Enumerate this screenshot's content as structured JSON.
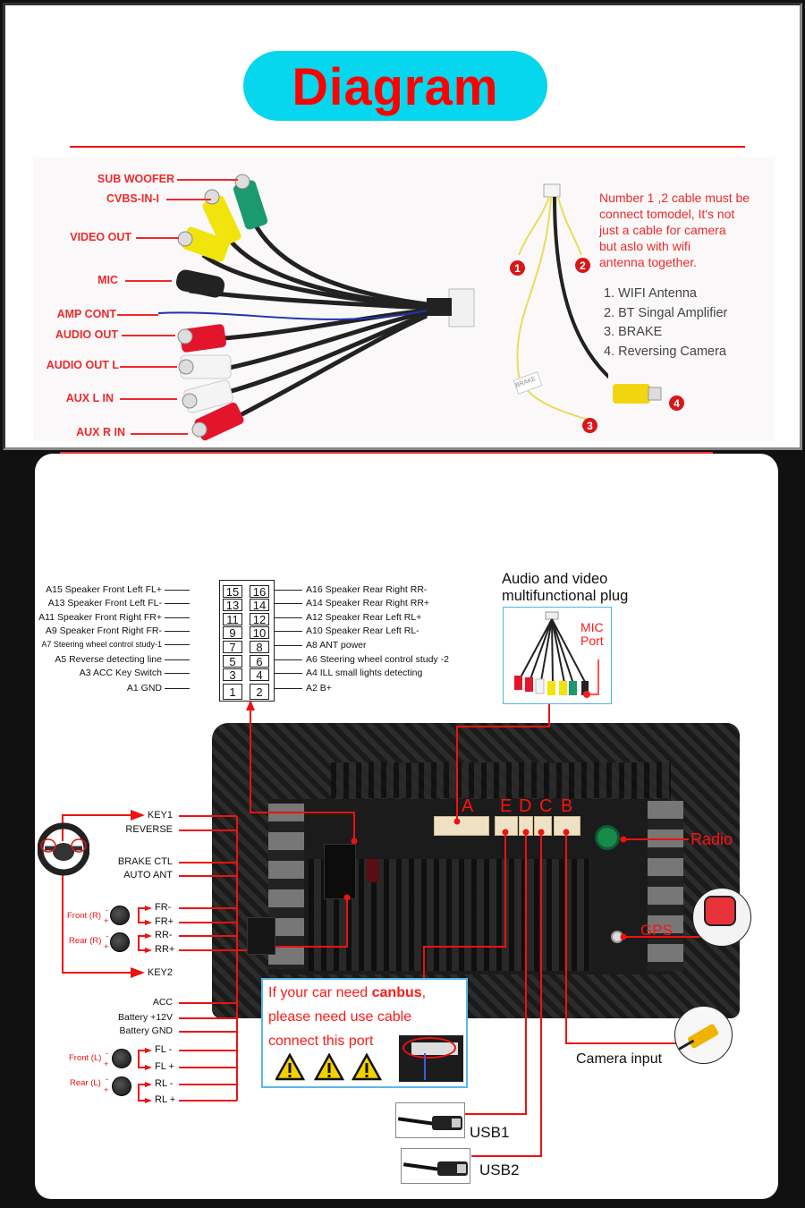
{
  "header": {
    "title": "Diagram",
    "title_color": "#ff0000",
    "pill_color": "#06d6ee"
  },
  "av_cable": {
    "labels": [
      "SUB WOOFER",
      "CVBS-IN-I",
      "VIDEO OUT",
      "MIC",
      "AMP CONT",
      "AUDIO OUT",
      "AUDIO OUT L",
      "AUX L IN",
      "AUX R IN"
    ]
  },
  "camera_cable": {
    "note": [
      "Number 1 ,2 cable must be",
      "connect tomodel, It's not",
      "just a cable for camera",
      "but aslo with wifi",
      "antenna together."
    ],
    "list": [
      "1. WIFI Antenna",
      "2. BT Singal Amplifier",
      "3. BRAKE",
      "4. Reversing Camera"
    ],
    "markers": [
      "1",
      "2",
      "3",
      "4"
    ],
    "brake_tag": "BRAKE"
  },
  "pinout": {
    "left": [
      {
        "id": "A15",
        "desc": "Speaker Front Left FL+"
      },
      {
        "id": "A13",
        "desc": "Speaker Front Left FL-"
      },
      {
        "id": "A11",
        "desc": "Speaker Front Right FR+"
      },
      {
        "id": "A9",
        "desc": "Speaker Front Right FR-"
      },
      {
        "id": "A7",
        "desc": "Steering wheel control study-1"
      },
      {
        "id": "A5",
        "desc": "Reverse detecting line"
      },
      {
        "id": "A3",
        "desc": "ACC Key Switch"
      },
      {
        "id": "A1",
        "desc": "GND"
      }
    ],
    "right": [
      {
        "id": "A16",
        "desc": "Speaker Rear Right RR-"
      },
      {
        "id": "A14",
        "desc": "Speaker Rear Right RR+"
      },
      {
        "id": "A12",
        "desc": "Speaker Rear Left RL+"
      },
      {
        "id": "A10",
        "desc": "Speaker Rear Left RL-"
      },
      {
        "id": "A8",
        "desc": "ANT power"
      },
      {
        "id": "A6",
        "desc": "Steering wheel control study -2"
      },
      {
        "id": "A4",
        "desc": "ILL small lights detecting"
      },
      {
        "id": "A2",
        "desc": "B+"
      }
    ],
    "pins_left": [
      "15",
      "13",
      "11",
      "9",
      "7",
      "5",
      "3",
      "1"
    ],
    "pins_right": [
      "16",
      "14",
      "12",
      "10",
      "8",
      "6",
      "4",
      "2"
    ]
  },
  "av_plug": {
    "title": [
      "Audio and video",
      "multifunctional plug"
    ],
    "mic_label": [
      "MIC",
      "Port"
    ]
  },
  "left_harness": {
    "top": [
      "KEY1",
      "REVERSE",
      "BRAKE CTL",
      "AUTO ANT"
    ],
    "right_speakers": {
      "front_label": "Front (R)",
      "rear_label": "Rear (R)",
      "lines": [
        "FR-",
        "FR+",
        "RR-",
        "RR+"
      ]
    },
    "key2": "KEY2",
    "power": [
      "ACC",
      "Battery +12V",
      "Battery GND"
    ],
    "left_speakers": {
      "front_label": "Front (L)",
      "rear_label": "Rear (L)",
      "lines": [
        "FL -",
        "FL +",
        "RL -",
        "RL +"
      ]
    },
    "polarity": [
      "-",
      "+"
    ]
  },
  "ports": {
    "connectors": [
      "A",
      "E",
      "D",
      "C",
      "B"
    ],
    "radio": "Radio",
    "gps": "GPS",
    "camera": "Camera input",
    "usb1": "USB1",
    "usb2": "USB2"
  },
  "canbus_note": {
    "line1_prefix": "If your car need ",
    "line1_bold": "canbus",
    "line1_suffix": ",",
    "line2": "please need use cable",
    "line3": "connect this port",
    "warning_icon_count": 3
  }
}
